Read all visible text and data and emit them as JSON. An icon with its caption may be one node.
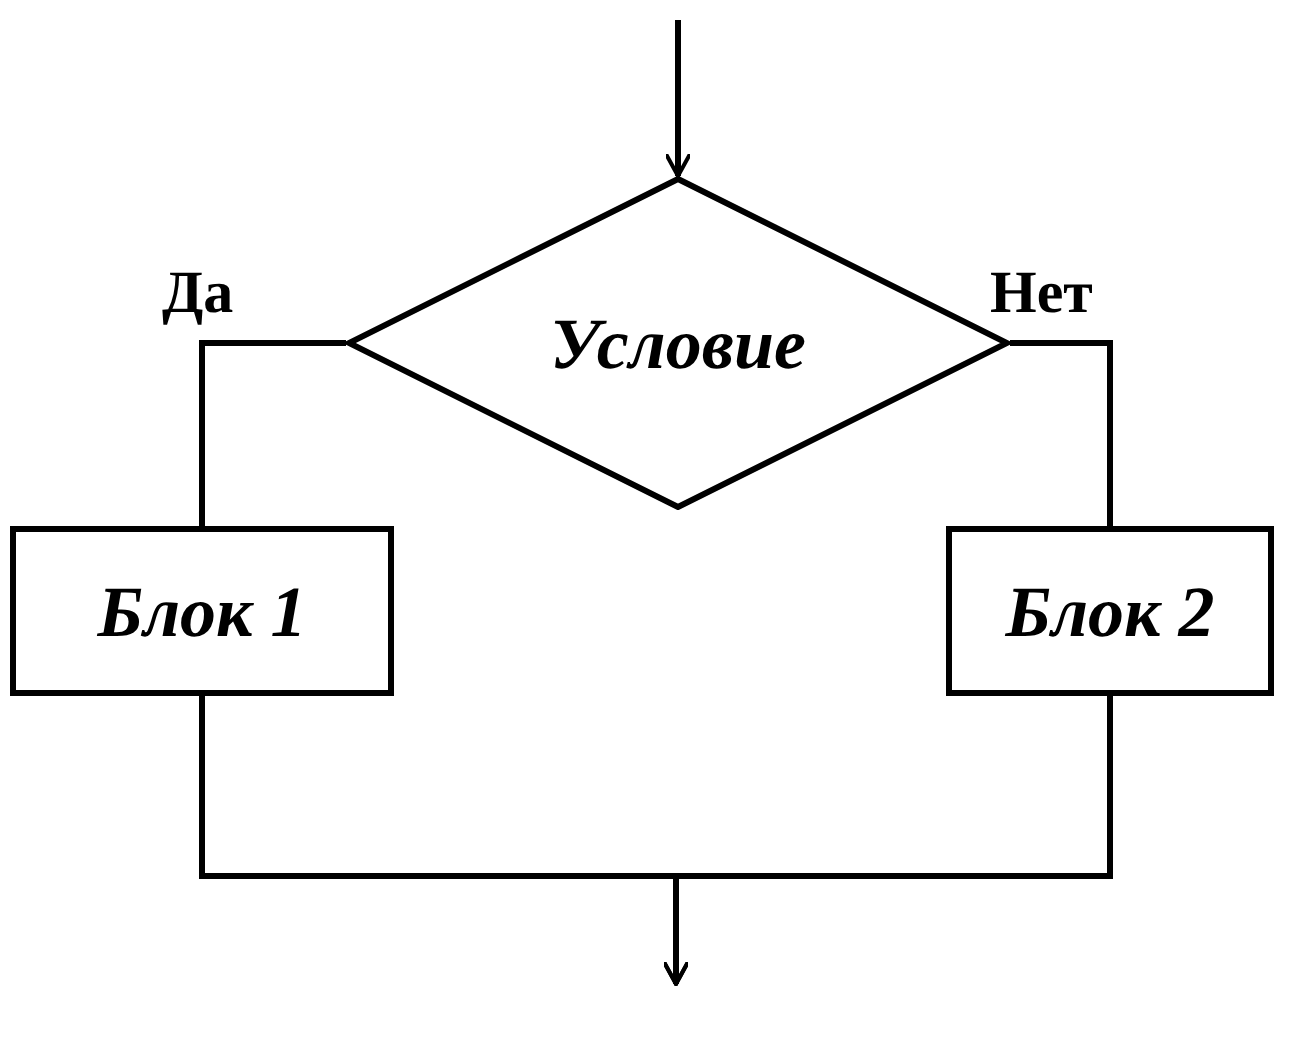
{
  "diagram": {
    "nodes": [
      {
        "text": [
          "Условие"
        ]
      },
      {
        "text": [
          "Блок 1"
        ]
      },
      {
        "text": [
          "Блок 2"
        ]
      }
    ],
    "edges": [
      {
        "from": null,
        "to": 0,
        "arrow": "to"
      },
      {
        "from": 0,
        "to": 1,
        "arrow": "none",
        "label": "Да"
      },
      {
        "from": 0,
        "to": 2,
        "arrow": "none",
        "label": "Нет"
      },
      {
        "from": 1,
        "to": null,
        "arrow": "to"
      },
      {
        "from": 2,
        "to": null,
        "arrow": "to"
      }
    ]
  }
}
